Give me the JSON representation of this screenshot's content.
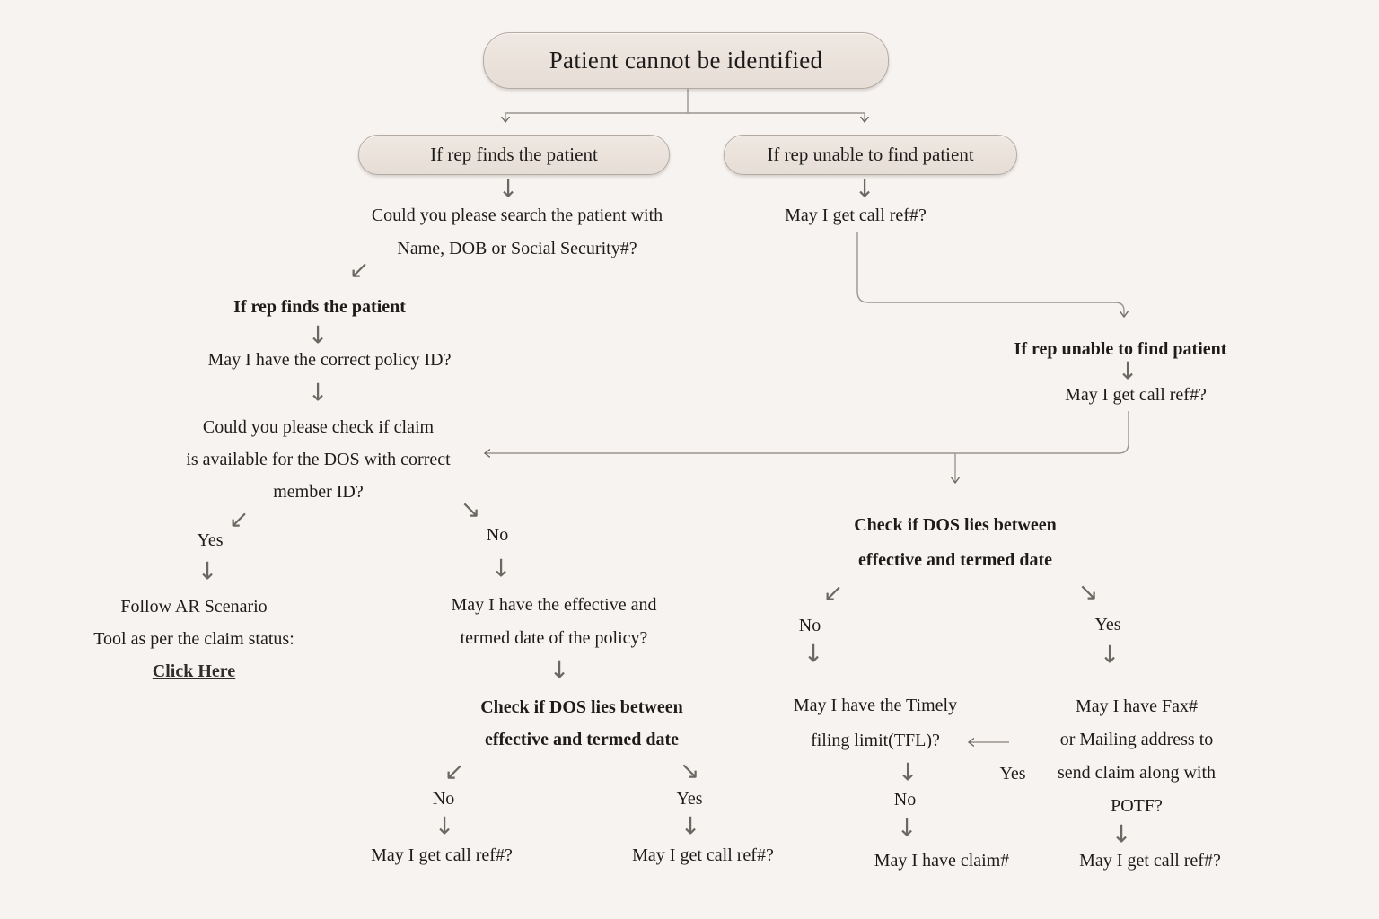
{
  "colors": {
    "background": "#f7f3f1",
    "box_fill": "#eae2da",
    "box_border": "#b3aaa2",
    "text": "#1e1c1a",
    "line": "#9b9591"
  },
  "icons": {
    "arrow_down": "↓",
    "arrow_down_left": "↙",
    "arrow_down_right": "↘"
  },
  "nodes": {
    "root": {
      "label": "Patient cannot be identified"
    },
    "branch_found": {
      "label": "If rep finds the patient"
    },
    "branch_not_found": {
      "label": "If rep unable to find patient"
    },
    "search_patient": {
      "line1": "Could you please search the patient with",
      "line2": "Name, DOB or Social Security#?"
    },
    "call_ref_top": {
      "label": "May I get call ref#?"
    },
    "found_header": {
      "label": "If rep finds the patient"
    },
    "policy_id": {
      "label": "May I have the correct policy ID?"
    },
    "claim_check": {
      "line1": "Could you please check if claim",
      "line2": "is available for the DOS with correct",
      "line3": "member ID?"
    },
    "claim_yes": {
      "label": "Yes"
    },
    "claim_no": {
      "label": "No"
    },
    "follow_ar": {
      "line1": "Follow AR Scenario",
      "line2": "Tool as per the claim status:",
      "link": "Click Here"
    },
    "effective_termed": {
      "line1": "May I have the effective and",
      "line2": "termed date of the policy?"
    },
    "dos_check_mid": {
      "line1": "Check if DOS lies between",
      "line2": "effective and termed date"
    },
    "mid_no": {
      "label": "No"
    },
    "mid_yes": {
      "label": "Yes"
    },
    "call_ref_mid_no": {
      "label": "May I get call ref#?"
    },
    "call_ref_mid_yes": {
      "label": "May I get call ref#?"
    },
    "not_found_header": {
      "label": "If rep unable to find patient"
    },
    "call_ref_right": {
      "label": "May I get call ref#?"
    },
    "dos_check_right": {
      "line1": "Check if DOS lies between",
      "line2": "effective and termed date"
    },
    "right_no": {
      "label": "No"
    },
    "right_yes": {
      "label": "Yes"
    },
    "tfl": {
      "line1": "May I have the Timely",
      "line2": "filing limit(TFL)?"
    },
    "tfl_yes": {
      "label": "Yes"
    },
    "tfl_no": {
      "label": "No"
    },
    "claim_number": {
      "label": "May I have claim#"
    },
    "fax": {
      "line1": "May I have Fax#",
      "line2": "or Mailing address to",
      "line3": "send claim along with",
      "line4": "POTF?"
    },
    "call_ref_fax": {
      "label": "May I get call ref#?"
    }
  }
}
